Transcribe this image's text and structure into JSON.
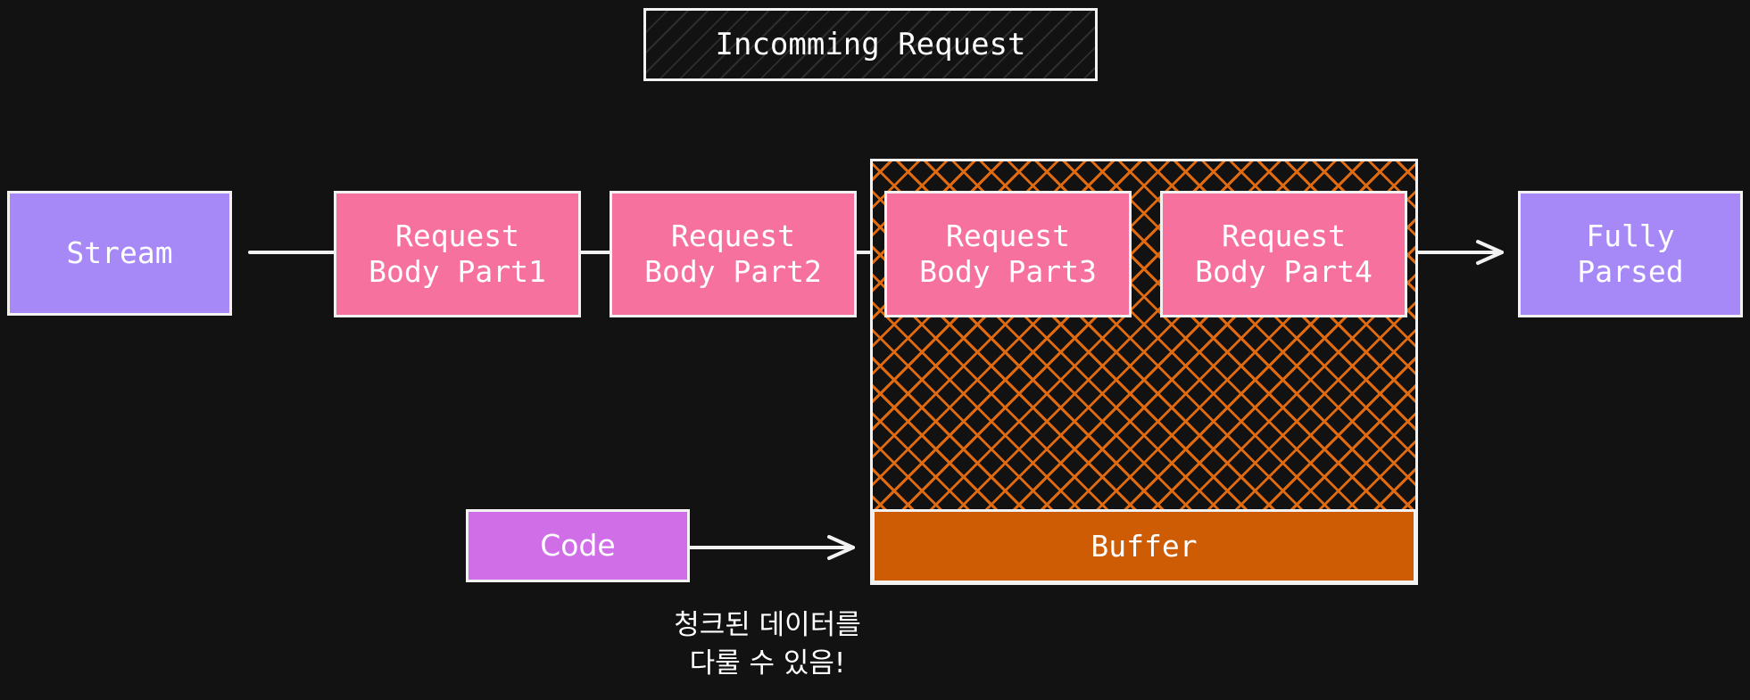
{
  "title": "Incomming Request",
  "nodes": {
    "stream": "Stream",
    "part1": "Request\nBody Part1",
    "part2": "Request\nBody Part2",
    "part3": "Request\nBody Part3",
    "part4": "Request\nBody Part4",
    "fully_parsed": "Fully\nParsed",
    "code": "Code",
    "buffer": "Buffer"
  },
  "note": "청크된 데이터를\n다룰 수 있음!",
  "colors": {
    "background": "#121212",
    "stream": "#a688f7",
    "request_part": "#f6719e",
    "code": "#d06ee8",
    "buffer": "#cd5c04",
    "hatch": "#e06a10",
    "stroke": "#f2f2f2"
  }
}
